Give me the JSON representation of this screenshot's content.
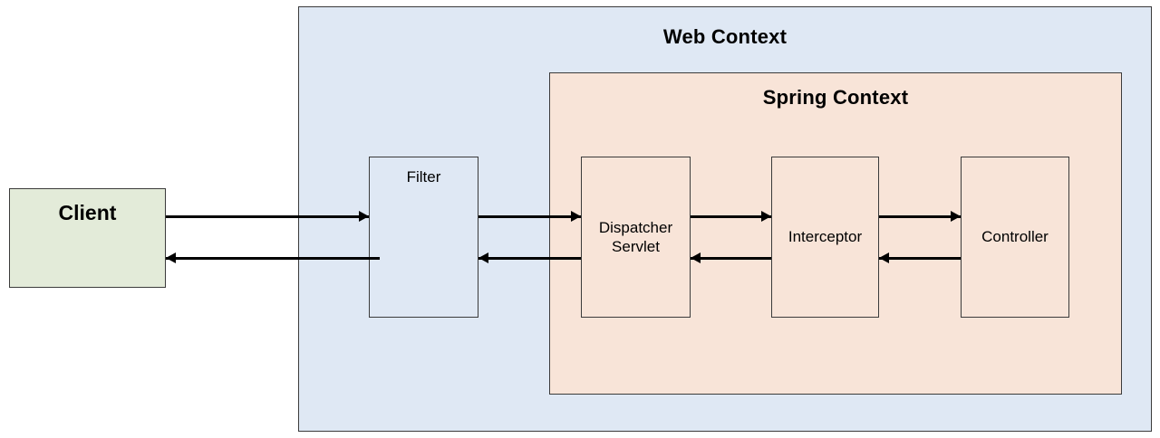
{
  "diagram": {
    "title_hidden": "Spring MVC request flow",
    "colors": {
      "web_context_fill": "#dfe8f4",
      "spring_context_fill": "#f8e4d8",
      "client_fill": "#e3ebd9",
      "stroke": "#3b3b3b",
      "arrow": "#000000"
    },
    "containers": [
      {
        "id": "web-context",
        "label": "Web Context"
      },
      {
        "id": "spring-context",
        "label": "Spring Context"
      }
    ],
    "nodes": [
      {
        "id": "client",
        "label": "Client"
      },
      {
        "id": "filter",
        "label": "Filter"
      },
      {
        "id": "dispatcher-servlet",
        "label": "Dispatcher\nServlet"
      },
      {
        "id": "interceptor",
        "label": "Interceptor"
      },
      {
        "id": "controller",
        "label": "Controller"
      }
    ],
    "connections": [
      {
        "id": "client-to-filter",
        "from": "client",
        "to": "filter",
        "direction": "right"
      },
      {
        "id": "filter-to-dispatcher",
        "from": "filter",
        "to": "dispatcher-servlet",
        "direction": "right"
      },
      {
        "id": "dispatcher-to-interceptor",
        "from": "dispatcher-servlet",
        "to": "interceptor",
        "direction": "right"
      },
      {
        "id": "interceptor-to-controller",
        "from": "interceptor",
        "to": "controller",
        "direction": "right"
      },
      {
        "id": "controller-to-interceptor",
        "from": "controller",
        "to": "interceptor",
        "direction": "left"
      },
      {
        "id": "interceptor-to-dispatcher",
        "from": "interceptor",
        "to": "dispatcher-servlet",
        "direction": "left"
      },
      {
        "id": "dispatcher-to-filter",
        "from": "dispatcher-servlet",
        "to": "filter",
        "direction": "left"
      },
      {
        "id": "filter-to-client",
        "from": "filter",
        "to": "client",
        "direction": "left"
      }
    ]
  }
}
